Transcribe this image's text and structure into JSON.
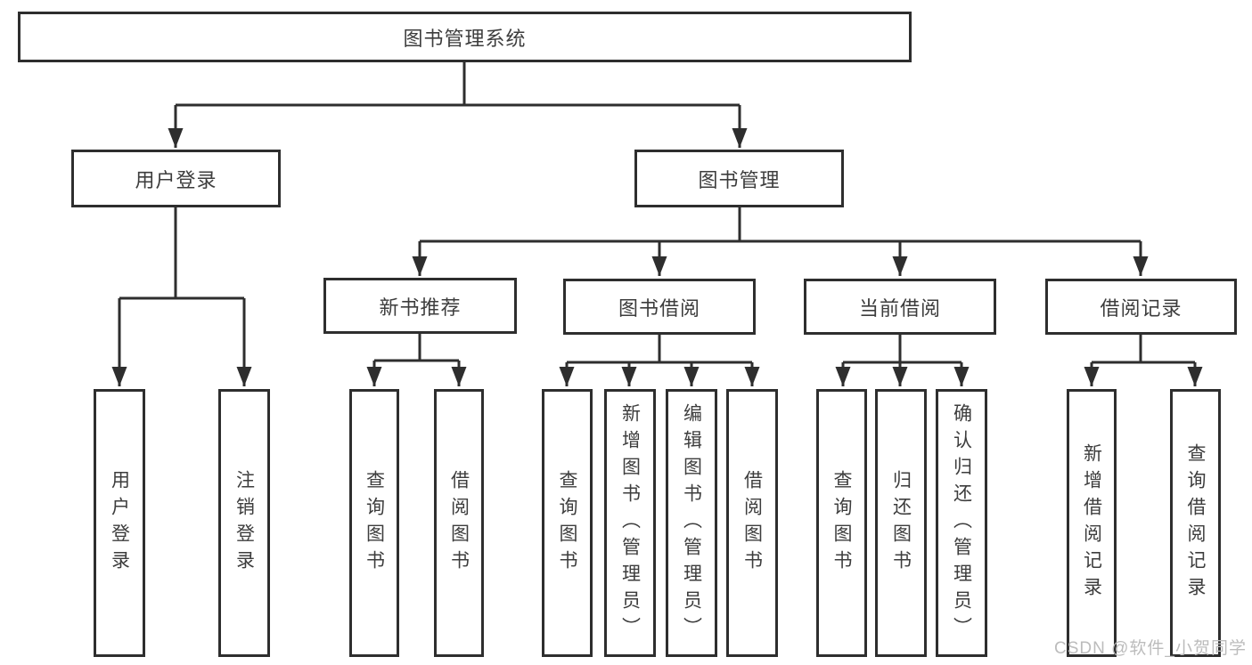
{
  "diagram": {
    "title": "图书管理系统",
    "branches": [
      {
        "label": "用户登录",
        "leaves": [
          "用户登录",
          "注销登录"
        ]
      },
      {
        "label": "图书管理",
        "groups": [
          {
            "label": "新书推荐",
            "leaves": [
              "查询图书",
              "借阅图书"
            ]
          },
          {
            "label": "图书借阅",
            "leaves": [
              "查询图书",
              "新增图书（管理员）",
              "编辑图书（管理员）",
              "借阅图书"
            ]
          },
          {
            "label": "当前借阅",
            "leaves": [
              "查询图书",
              "归还图书",
              "确认归还（管理员）"
            ]
          },
          {
            "label": "借阅记录",
            "leaves": [
              "新增借阅记录",
              "查询借阅记录"
            ]
          }
        ]
      }
    ]
  },
  "watermark": {
    "text": "CSDN @软件_小贺同学"
  },
  "colors": {
    "line": "#2e2e2e",
    "border": "#2e2e2e",
    "text": "#3d3d3d",
    "watermark": "#bcbcbc",
    "background": "#ffffff"
  }
}
